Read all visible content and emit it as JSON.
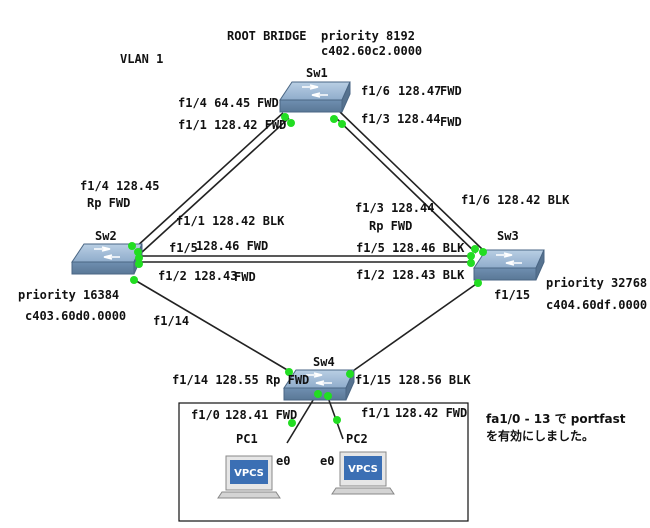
{
  "vlan": "VLAN 1",
  "root_bridge": "ROOT BRIDGE",
  "switches": {
    "sw1": {
      "name": "Sw1",
      "priority": "priority 8192",
      "mac": "c402.60c2.0000"
    },
    "sw2": {
      "name": "Sw2",
      "priority": "priority 16384",
      "mac": "c403.60d0.0000"
    },
    "sw3": {
      "name": "Sw3",
      "priority": "priority 32768",
      "mac": "c404.60df.0000"
    },
    "sw4": {
      "name": "Sw4"
    }
  },
  "pcs": {
    "pc1": {
      "name": "PC1",
      "iface": "e0",
      "screen": "VPCS"
    },
    "pc2": {
      "name": "PC2",
      "iface": "e0",
      "screen": "VPCS"
    }
  },
  "ports": {
    "sw1_f14": "f1/4 64.45",
    "sw1_f14_state": "FWD",
    "sw1_f11": "f1/1 128.42 FWD",
    "sw1_f16": "f1/6",
    "sw1_f16_val": "128.47",
    "sw1_f16_state": "FWD",
    "sw1_f13": "f1/3 128.44",
    "sw1_f13_state": "FWD",
    "sw2_f14": "f1/4 128.45",
    "sw2_f14_role": "Rp FWD",
    "sw2_f11": "f1/1 128.42 BLK",
    "sw2_f15_name": "f1/5",
    "sw2_f15": "128.46 FWD",
    "sw2_f12": "f1/2 128.43",
    "sw2_f12_state": "FWD",
    "sw2_f114": "f1/14",
    "sw3_f13": "f1/3 128.44",
    "sw3_f13_role": "Rp FWD",
    "sw3_f16": "f1/6 128.42 BLK",
    "sw3_f15": "f1/5 128.46 BLK",
    "sw3_f12": "f1/2 128.43 BLK",
    "sw3_f115": "f1/15",
    "sw4_f114": "f1/14 128.55 Rp FWD",
    "sw4_f115": "f1/15 128.56 BLK",
    "sw4_f10": "f1/0",
    "sw4_f10_val": "128.41 FWD",
    "sw4_f11": "f1/1",
    "sw4_f11_val": "128.42 FWD"
  },
  "note_line1": "fa1/0 - 13 で portfast",
  "note_line2": "を有効にしました。",
  "colors": {
    "link": "#222222",
    "port_dot": "#22dd22",
    "switch": "#7f9fbf",
    "vpcs": "#3b6fb4"
  }
}
